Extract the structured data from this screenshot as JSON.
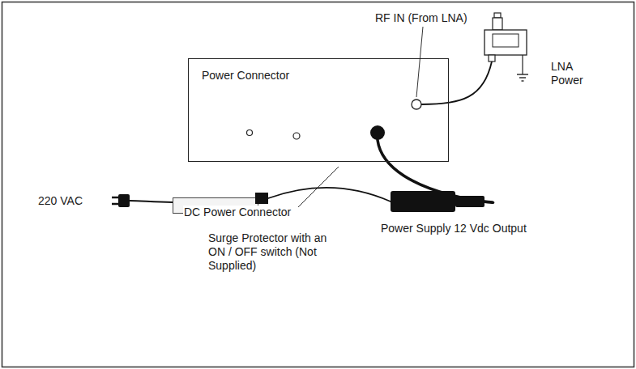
{
  "diagram": {
    "nodes": [
      {
        "text": [
          "Power Connector"
        ]
      },
      {
        "text": [
          "LNA Power"
        ]
      },
      {
        "text": [
          "Power Supply 12 Vdc Output"
        ]
      },
      {
        "text": [
          "Surge Protector with an ON / OFF switch (Not Supplied)"
        ]
      }
    ],
    "edges": [
      {
        "from": 1,
        "to": 0,
        "arrow": "none"
      },
      {
        "from": 0,
        "to": 2,
        "arrow": "none"
      },
      {
        "from": 2,
        "to": 3,
        "arrow": "none"
      }
    ],
    "labels": [
      "RF IN (From LNA)",
      "DC Power Connector",
      "220 VAC"
    ]
  }
}
